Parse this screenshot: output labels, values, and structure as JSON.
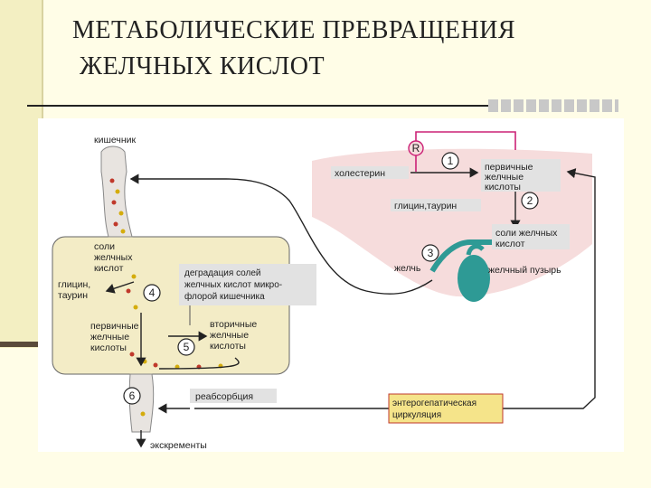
{
  "title": {
    "line1": "МЕТАБОЛИЧЕСКИЕ ПРЕВРАЩЕНИЯ",
    "line2": "ЖЕЛЧНЫХ КИСЛОТ"
  },
  "diagram": {
    "intestine": "кишечник",
    "bile_salts": [
      "соли",
      "желчных",
      "кислот"
    ],
    "glycine_taurine_left": [
      "глицин,",
      "таурин"
    ],
    "degradation": [
      "деградация солей",
      "желчных кислот микро-",
      "флорой кишечника"
    ],
    "primary_left": [
      "первичные",
      "желчные",
      "кислоты"
    ],
    "secondary": [
      "вторичные",
      "желчные",
      "кислоты"
    ],
    "reabsorption": "реабсорбция",
    "excrement": "экскременты",
    "enterohepatic": [
      "энтерогепатическая",
      "циркуляция"
    ],
    "cholesterol": "холестерин",
    "primary_right": [
      "первичные",
      "желчные",
      "кислоты"
    ],
    "glycine_taurine_right": "глицин,таурин",
    "bile_salts_right": [
      "соли желчных",
      "кислот"
    ],
    "bile": "желчь",
    "gallbladder": "желчный пузырь",
    "regulator": "R",
    "steps": [
      "1",
      "2",
      "3",
      "4",
      "5",
      "6"
    ]
  },
  "colors": {
    "background": "#fffde7",
    "liver": "#f6dcdc",
    "intestine_box": "#f3ecc6",
    "gallbladder": "#2e9a95",
    "feedback": "#cc2277",
    "label_box": "#e2e2e2",
    "enterohepatic_box": "#f5e48a"
  }
}
